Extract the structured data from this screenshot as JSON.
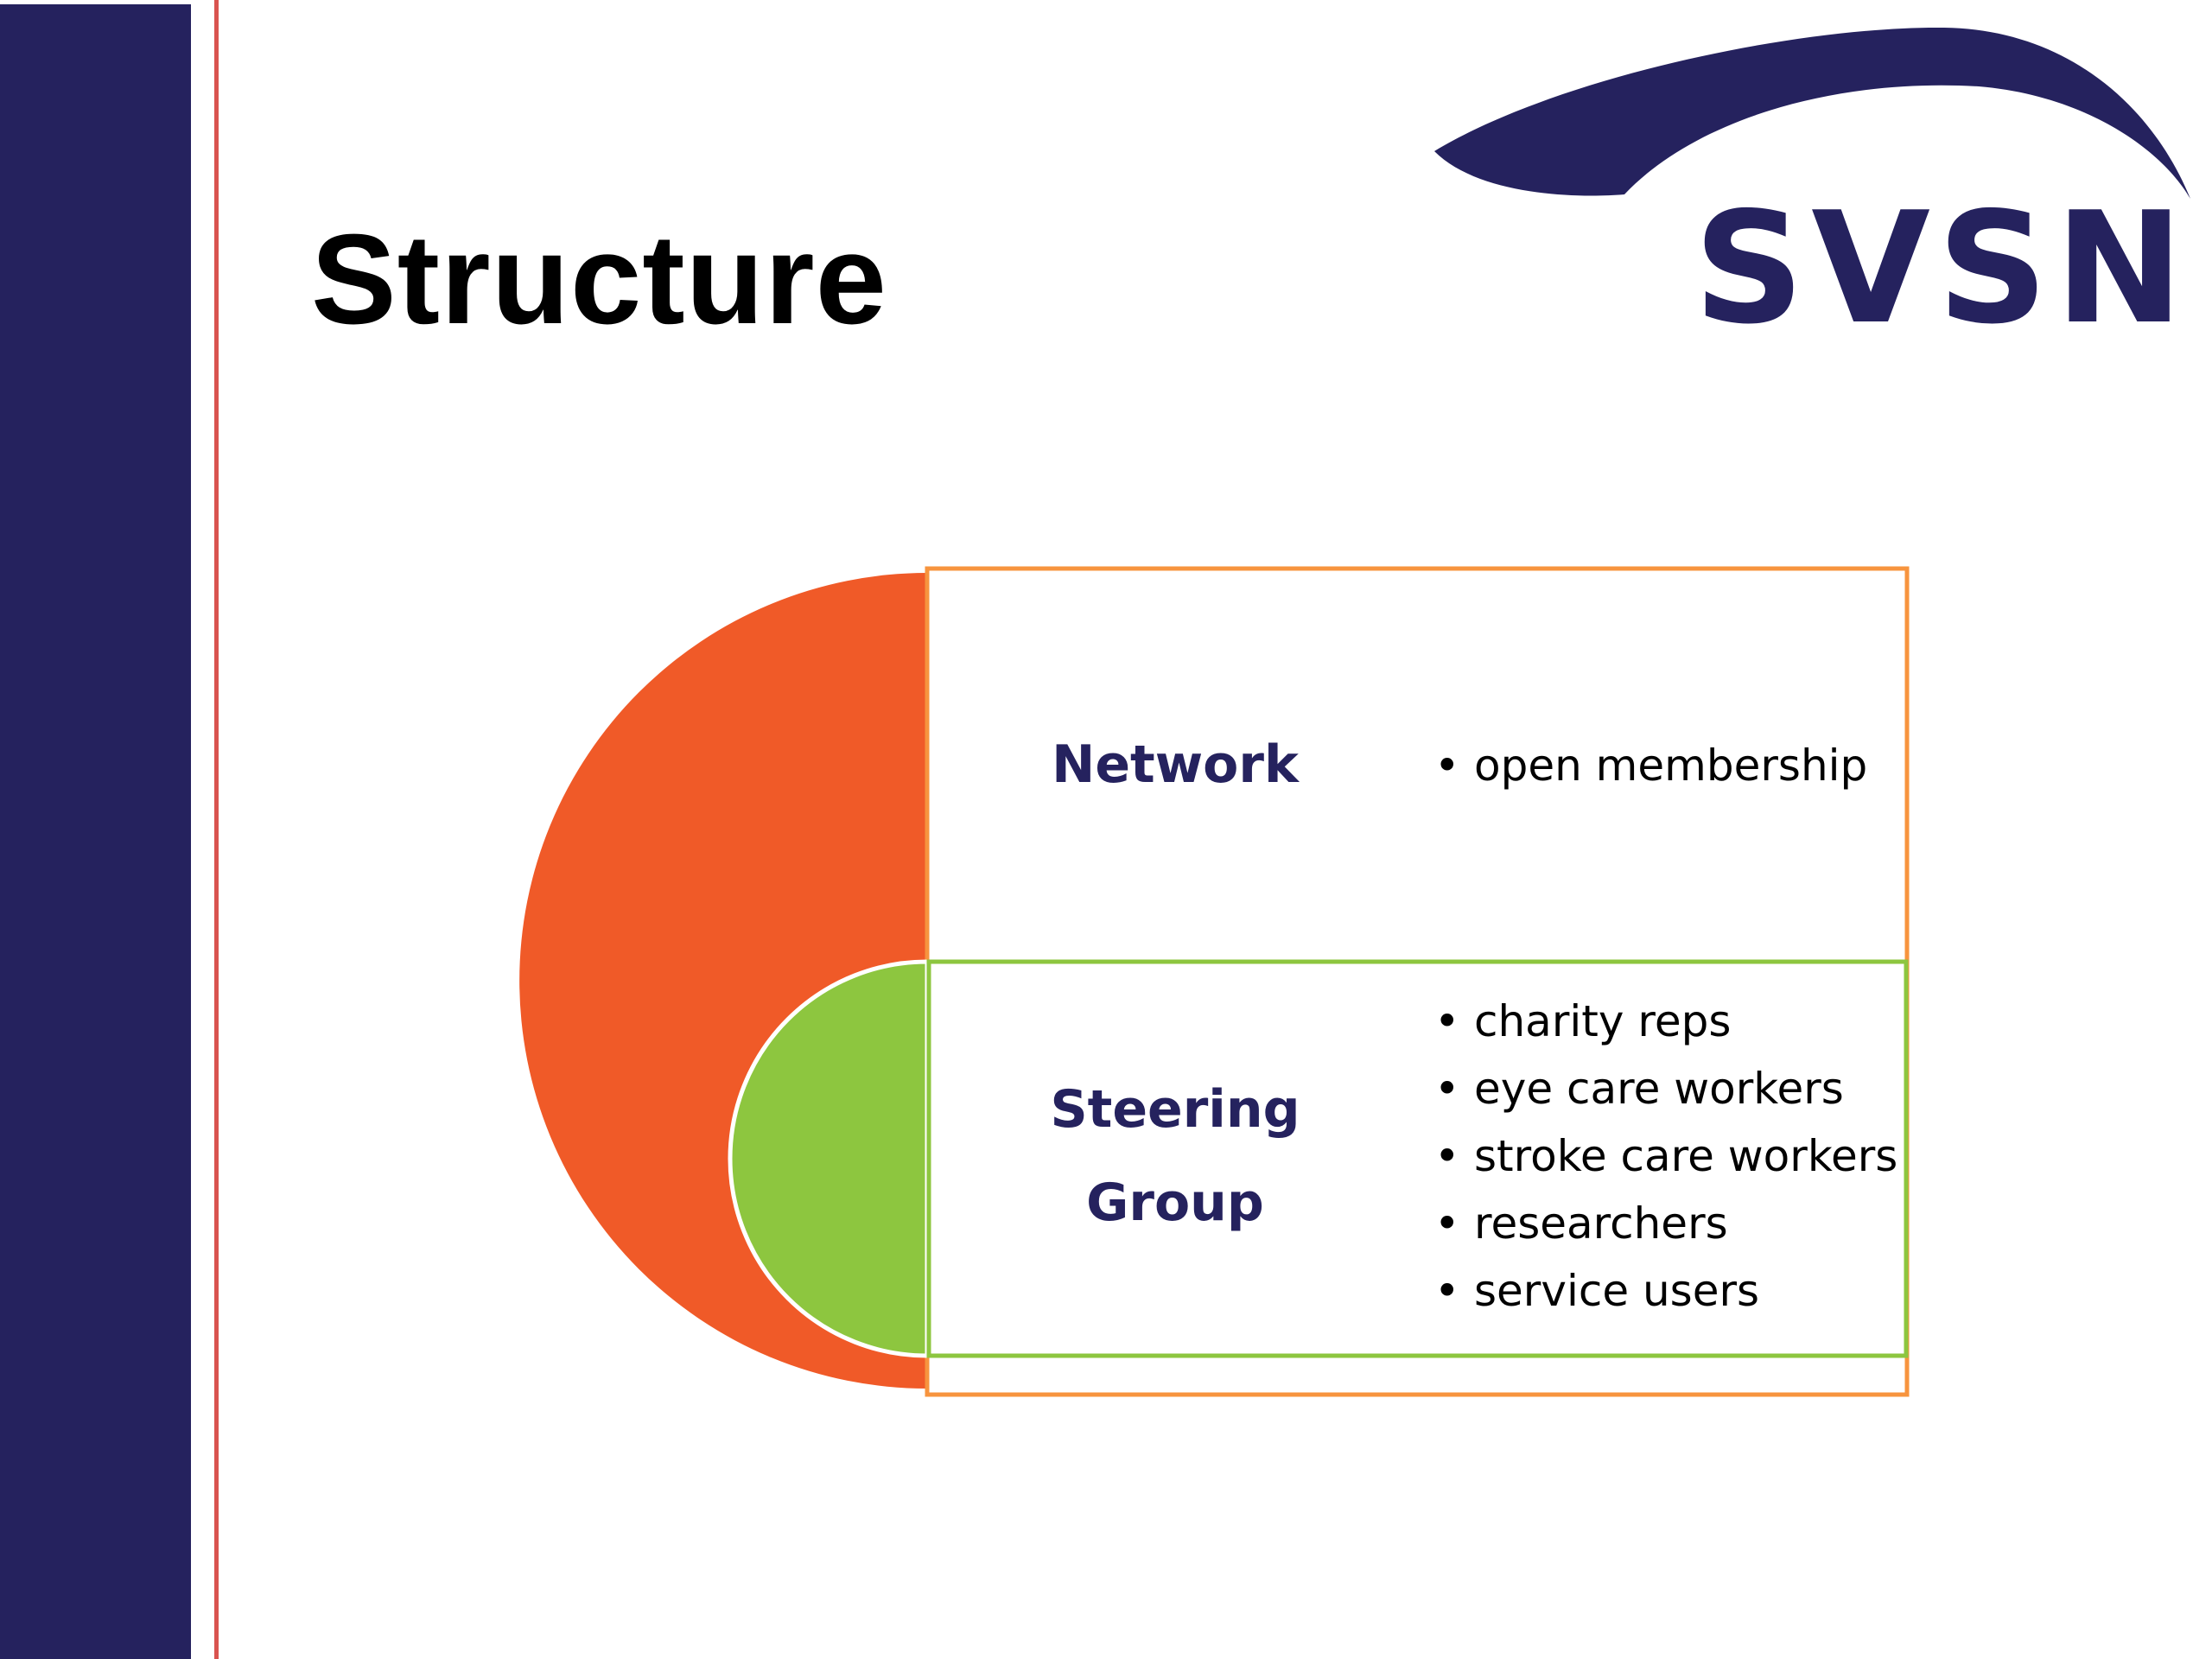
{
  "slide": {
    "title": "Structure"
  },
  "logo": {
    "text": "SVSN",
    "color": "#25225e"
  },
  "colors": {
    "navy": "#25225e",
    "red_rule": "#d9534f",
    "network_orange": "#f05a28",
    "network_border": "#f7943e",
    "steering_green": "#8dc63f"
  },
  "diagram": {
    "network": {
      "label": "Network",
      "bullets": [
        "open membership"
      ]
    },
    "steering": {
      "label_line1": "Steering",
      "label_line2": "Group",
      "bullets": [
        "charity reps",
        "eye care workers",
        "stroke care workers",
        "researchers",
        "service users"
      ]
    }
  }
}
